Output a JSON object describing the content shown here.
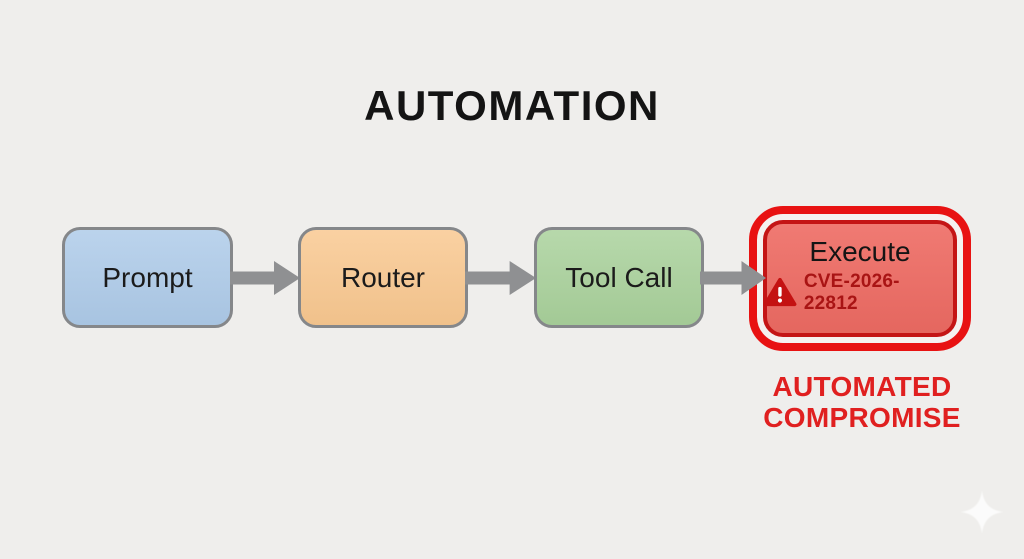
{
  "title": "AUTOMATION",
  "flow": {
    "nodes": [
      {
        "id": "prompt",
        "label": "Prompt",
        "fill": "#aecbe9",
        "border": "#85878a"
      },
      {
        "id": "router",
        "label": "Router",
        "fill": "#f9c890",
        "border": "#85878a"
      },
      {
        "id": "tool-call",
        "label": "Tool Call",
        "fill": "#a9d19b",
        "border": "#85878a"
      },
      {
        "id": "execute",
        "label": "Execute",
        "fill": "#ee6b63",
        "border": "#c41515",
        "highlight_ring_color": "#e81212",
        "warning": {
          "icon": "warning-triangle-icon",
          "icon_color": "#c41212",
          "text": "CVE-2026-22812",
          "text_color": "#a91414"
        }
      }
    ],
    "arrow_color": "#8f9092"
  },
  "caption": {
    "lines": [
      "AUTOMATED",
      "COMPROMISE"
    ],
    "color": "#e02020"
  },
  "watermark": {
    "icon": "sparkle-icon",
    "color": "#ffffff"
  },
  "background_color": "#efeeec",
  "title_color": "#141414"
}
